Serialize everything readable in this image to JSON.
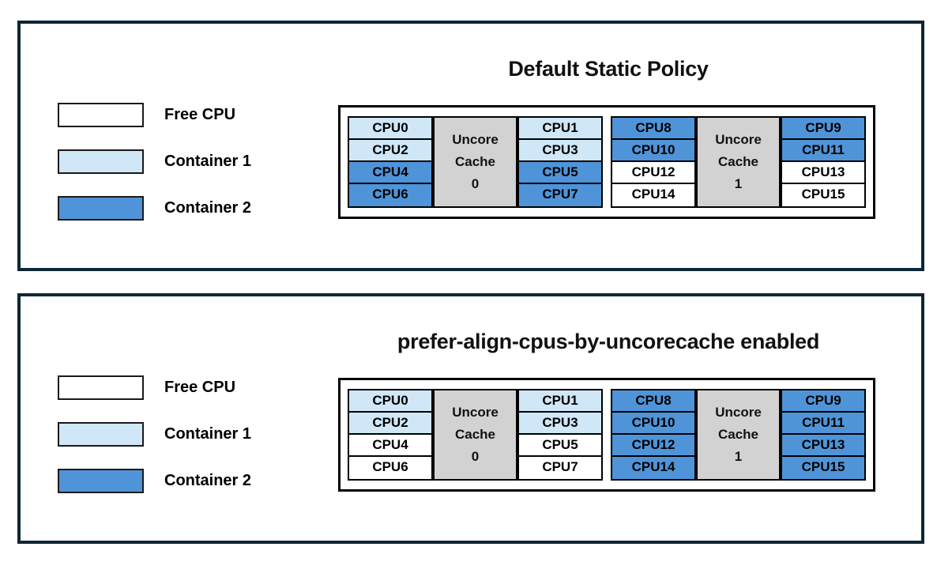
{
  "colors": {
    "free_cpu": "#ffffff",
    "container1": "#cfe7f7",
    "container2": "#4f94d8",
    "uncore_cache": "#d2d2d2",
    "panel_border": "#0c2736",
    "box_border": "#000000"
  },
  "legend": {
    "items": [
      {
        "label": "Free CPU",
        "color": "#ffffff"
      },
      {
        "label": "Container 1",
        "color": "#cfe7f7"
      },
      {
        "label": "Container 2",
        "color": "#4f94d8"
      }
    ]
  },
  "panels": [
    {
      "title": "Default Static Policy",
      "groups": [
        {
          "cache": {
            "line1": "Uncore",
            "line2": "Cache",
            "line3": "0"
          },
          "left_cpus": [
            {
              "label": "CPU0",
              "owner": "container1",
              "fill": "#cfe7f7"
            },
            {
              "label": "CPU2",
              "owner": "container1",
              "fill": "#cfe7f7"
            },
            {
              "label": "CPU4",
              "owner": "container2",
              "fill": "#4f94d8"
            },
            {
              "label": "CPU6",
              "owner": "container2",
              "fill": "#4f94d8"
            }
          ],
          "right_cpus": [
            {
              "label": "CPU1",
              "owner": "container1",
              "fill": "#cfe7f7"
            },
            {
              "label": "CPU3",
              "owner": "container1",
              "fill": "#cfe7f7"
            },
            {
              "label": "CPU5",
              "owner": "container2",
              "fill": "#4f94d8"
            },
            {
              "label": "CPU7",
              "owner": "container2",
              "fill": "#4f94d8"
            }
          ]
        },
        {
          "cache": {
            "line1": "Uncore",
            "line2": "Cache",
            "line3": "1"
          },
          "left_cpus": [
            {
              "label": "CPU8",
              "owner": "container2",
              "fill": "#4f94d8"
            },
            {
              "label": "CPU10",
              "owner": "container2",
              "fill": "#4f94d8"
            },
            {
              "label": "CPU12",
              "owner": "free",
              "fill": "#ffffff"
            },
            {
              "label": "CPU14",
              "owner": "free",
              "fill": "#ffffff"
            }
          ],
          "right_cpus": [
            {
              "label": "CPU9",
              "owner": "container2",
              "fill": "#4f94d8"
            },
            {
              "label": "CPU11",
              "owner": "container2",
              "fill": "#4f94d8"
            },
            {
              "label": "CPU13",
              "owner": "free",
              "fill": "#ffffff"
            },
            {
              "label": "CPU15",
              "owner": "free",
              "fill": "#ffffff"
            }
          ]
        }
      ]
    },
    {
      "title": "prefer-align-cpus-by-uncorecache enabled",
      "groups": [
        {
          "cache": {
            "line1": "Uncore",
            "line2": "Cache",
            "line3": "0"
          },
          "left_cpus": [
            {
              "label": "CPU0",
              "owner": "container1",
              "fill": "#cfe7f7"
            },
            {
              "label": "CPU2",
              "owner": "container1",
              "fill": "#cfe7f7"
            },
            {
              "label": "CPU4",
              "owner": "free",
              "fill": "#ffffff"
            },
            {
              "label": "CPU6",
              "owner": "free",
              "fill": "#ffffff"
            }
          ],
          "right_cpus": [
            {
              "label": "CPU1",
              "owner": "container1",
              "fill": "#cfe7f7"
            },
            {
              "label": "CPU3",
              "owner": "container1",
              "fill": "#cfe7f7"
            },
            {
              "label": "CPU5",
              "owner": "free",
              "fill": "#ffffff"
            },
            {
              "label": "CPU7",
              "owner": "free",
              "fill": "#ffffff"
            }
          ]
        },
        {
          "cache": {
            "line1": "Uncore",
            "line2": "Cache",
            "line3": "1"
          },
          "left_cpus": [
            {
              "label": "CPU8",
              "owner": "container2",
              "fill": "#4f94d8"
            },
            {
              "label": "CPU10",
              "owner": "container2",
              "fill": "#4f94d8"
            },
            {
              "label": "CPU12",
              "owner": "container2",
              "fill": "#4f94d8"
            },
            {
              "label": "CPU14",
              "owner": "container2",
              "fill": "#4f94d8"
            }
          ],
          "right_cpus": [
            {
              "label": "CPU9",
              "owner": "container2",
              "fill": "#4f94d8"
            },
            {
              "label": "CPU11",
              "owner": "container2",
              "fill": "#4f94d8"
            },
            {
              "label": "CPU13",
              "owner": "container2",
              "fill": "#4f94d8"
            },
            {
              "label": "CPU15",
              "owner": "container2",
              "fill": "#4f94d8"
            }
          ]
        }
      ]
    }
  ]
}
